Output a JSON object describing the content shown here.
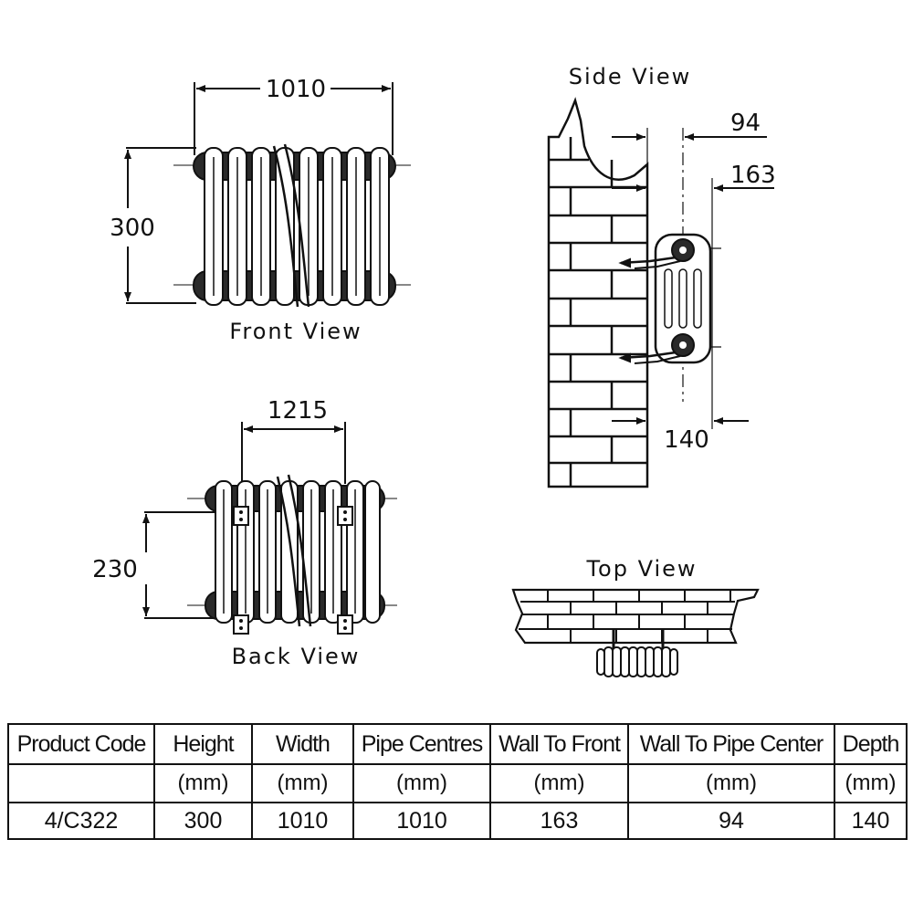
{
  "views": {
    "front": {
      "label": "Front View",
      "width_dim": "1010",
      "height_dim": "300"
    },
    "back": {
      "label": "Back View",
      "width_dim": "1215",
      "height_dim": "230"
    },
    "side": {
      "label": "Side View",
      "dim_top": "94",
      "dim_mid": "163",
      "dim_bottom": "140"
    },
    "top": {
      "label": "Top View"
    }
  },
  "table": {
    "headers": [
      "Product Code",
      "Height",
      "Width",
      "Pipe Centres",
      "Wall To Front",
      "Wall To Pipe Center",
      "Depth"
    ],
    "units": [
      "",
      "(mm)",
      "(mm)",
      "(mm)",
      "(mm)",
      "(mm)",
      "(mm)"
    ],
    "rows": [
      [
        "4/C322",
        "300",
        "1010",
        "1010",
        "163",
        "94",
        "140"
      ]
    ]
  }
}
